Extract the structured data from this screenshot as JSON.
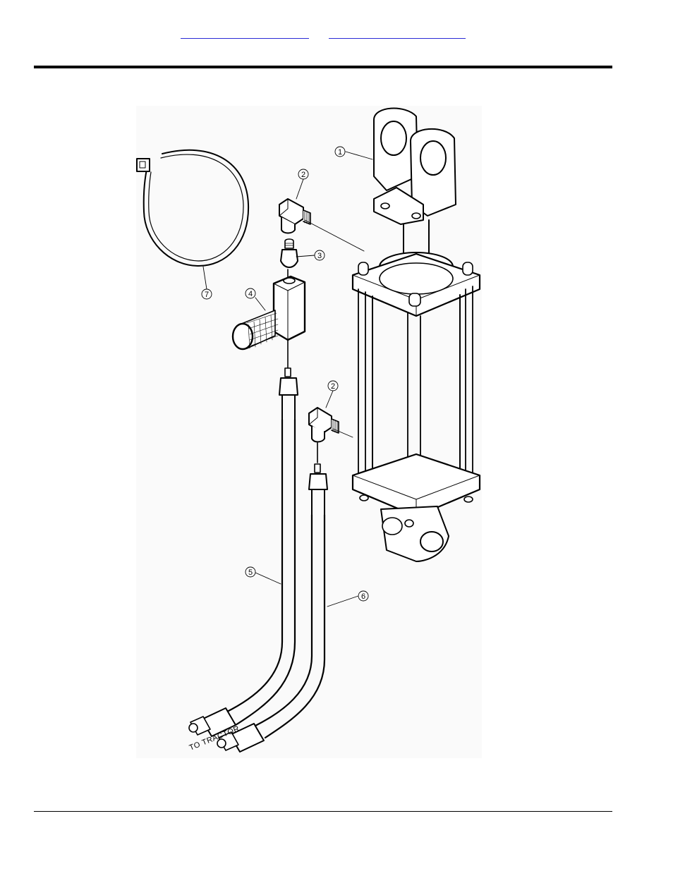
{
  "header": {
    "links": [
      {
        "name": "nav-link-left",
        "text": ""
      },
      {
        "name": "nav-link-right",
        "text": ""
      }
    ]
  },
  "diagram": {
    "callouts": [
      "1",
      "2",
      "3",
      "4",
      "2",
      "5",
      "6",
      "7"
    ],
    "hose_label": "TO TRACTOR"
  },
  "colors": {
    "link": "#2b2bd6",
    "line": "#000000"
  }
}
